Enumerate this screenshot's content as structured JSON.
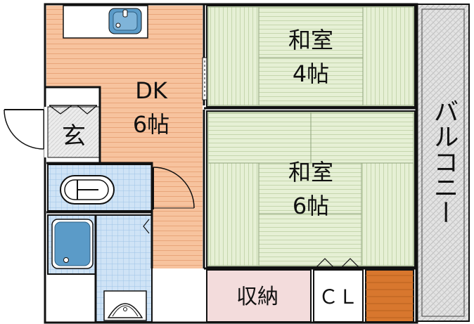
{
  "rooms": {
    "dk": {
      "name": "DK",
      "size": "6帖"
    },
    "washitsu_small": {
      "name": "和室",
      "size": "4帖"
    },
    "washitsu_large": {
      "name": "和室",
      "size": "6帖"
    },
    "entrance": {
      "name": "玄"
    },
    "storage": {
      "name": "収納"
    },
    "closet": {
      "name": "ＣＬ"
    },
    "balcony": {
      "name": "バルコニー"
    }
  },
  "colors": {
    "wall": "#111111",
    "dk_floor": "#f7c39e",
    "dk_lines": "#e8a57a",
    "tatami": "#e6f0d5",
    "tatami_lines": "#8fa27a",
    "tile": "#cfe3f6",
    "tile_grid": "#9ec3e6",
    "fixture": "#5b9bc8",
    "storage": "#f3dcdc",
    "entrance_floor": "#ececec",
    "balcony": "#dcdcdc",
    "orange_cell": "#d8772e"
  },
  "icons": [
    "sink-icon",
    "bathtub-icon",
    "toilet-icon",
    "washbasin-icon",
    "door-swing-icon"
  ]
}
